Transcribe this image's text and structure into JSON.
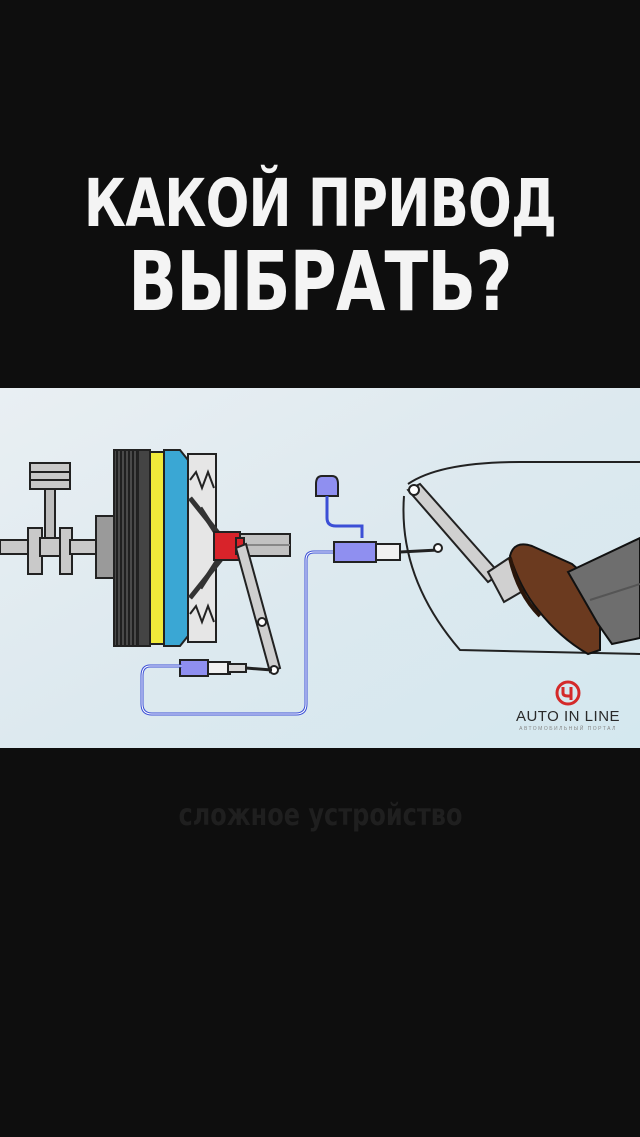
{
  "title": {
    "line1": "КАКОЙ ПРИВОД",
    "line2": "ВЫБРАТЬ?"
  },
  "illustration": {
    "logo": {
      "name": "AUTO IN LINE",
      "tagline": "АВТОМОБИЛЬНЫЙ ПОРТАЛ",
      "icon": "letter-u-circle-icon",
      "brand_color": "#d42a2a"
    }
  },
  "caption": "сложное устройство",
  "colors": {
    "background": "#0e0e0e",
    "title": "#f4f4f4",
    "caption": "#1f1f1f",
    "clutch_disc": "#3aa7d4",
    "friction_lining": "#f1ea3a",
    "release_bearing": "#d8232a",
    "hydraulic_cylinder": "#8f8ff0",
    "shoe": "#6b3a1f",
    "trouser": "#6e6e6e"
  }
}
